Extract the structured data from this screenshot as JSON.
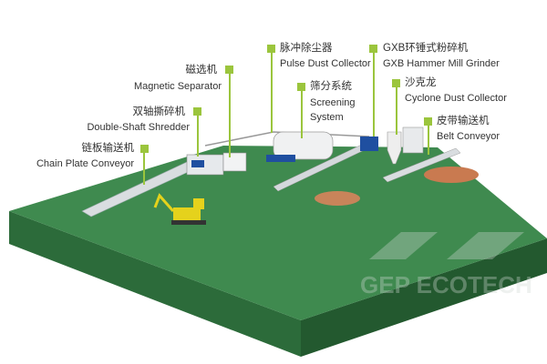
{
  "labels": [
    {
      "zh": "磁选机",
      "en": "Magnetic Separator"
    },
    {
      "zh": "双轴撕碎机",
      "en": "Double-Shaft Shredder"
    },
    {
      "zh": "链板输送机",
      "en": "Chain Plate Conveyor"
    },
    {
      "zh": "脉冲除尘器",
      "en": "Pulse Dust Collector"
    },
    {
      "zh": "筛分系统",
      "en1": "Screening",
      "en2": "System"
    },
    {
      "zh": "GXB环锤式粉碎机",
      "en": "GXB Hammer Mill Grinder"
    },
    {
      "zh": "沙克龙",
      "en": "Cyclone Dust Collector"
    },
    {
      "zh": "皮带输送机",
      "en": "Belt Conveyor"
    }
  ],
  "watermark": "GEP ECOTECH",
  "colors": {
    "accent": "#9bc53d",
    "platform_top": "#3f8a4f",
    "platform_side": "#2c6b3a",
    "machine_blue": "#1f4fa0"
  }
}
